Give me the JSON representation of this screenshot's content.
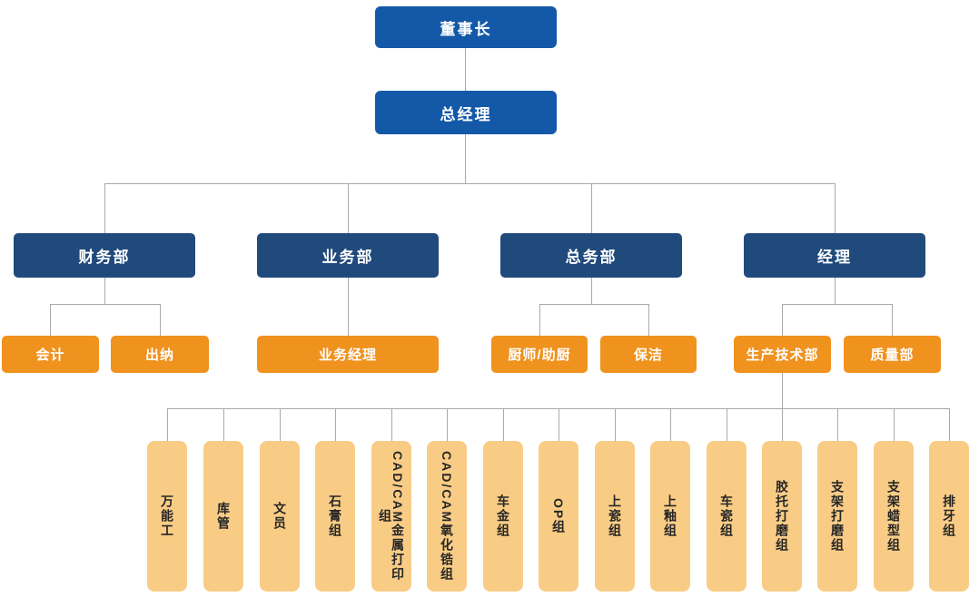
{
  "palette": {
    "level1_blue": "#1459a8",
    "level3_navy": "#204a7c",
    "level4_orange": "#f0921e",
    "level5_light_orange": "#f9cc85",
    "connector_gray": "#a9a9a9",
    "light_text": "#ffffff",
    "dark_text": "#262626"
  },
  "org": {
    "l1": {
      "label": "董事长"
    },
    "l2": {
      "label": "总经理",
      "parent": "董事长"
    },
    "l3": [
      {
        "label": "财务部",
        "parent": "总经理"
      },
      {
        "label": "业务部",
        "parent": "总经理"
      },
      {
        "label": "总务部",
        "parent": "总经理"
      },
      {
        "label": "经理",
        "parent": "总经理"
      }
    ],
    "l4": [
      {
        "label": "会计",
        "parent": "财务部"
      },
      {
        "label": "出纳",
        "parent": "财务部"
      },
      {
        "label": "业务经理",
        "parent": "业务部"
      },
      {
        "label": "厨师/助厨",
        "parent": "总务部"
      },
      {
        "label": "保洁",
        "parent": "总务部"
      },
      {
        "label": "生产技术部",
        "parent": "经理"
      },
      {
        "label": "质量部",
        "parent": "经理"
      }
    ],
    "l5": [
      {
        "label": "万能工",
        "parent": "生产技术部"
      },
      {
        "label": "库管",
        "parent": "生产技术部"
      },
      {
        "label": "文员",
        "parent": "生产技术部"
      },
      {
        "label": "石膏组",
        "parent": "生产技术部"
      },
      {
        "label": "CAD/CAM金属打印组",
        "parent": "生产技术部"
      },
      {
        "label": "CAD/CAM氧化锆组",
        "parent": "生产技术部"
      },
      {
        "label": "车金组",
        "parent": "生产技术部"
      },
      {
        "label": "OP组",
        "parent": "生产技术部"
      },
      {
        "label": "上瓷组",
        "parent": "生产技术部"
      },
      {
        "label": "上釉组",
        "parent": "生产技术部"
      },
      {
        "label": "车瓷组",
        "parent": "生产技术部"
      },
      {
        "label": "胶托打磨组",
        "parent": "生产技术部"
      },
      {
        "label": "支架打磨组",
        "parent": "生产技术部"
      },
      {
        "label": "支架蜡型组",
        "parent": "生产技术部"
      },
      {
        "label": "排牙组",
        "parent": "生产技术部"
      }
    ]
  }
}
